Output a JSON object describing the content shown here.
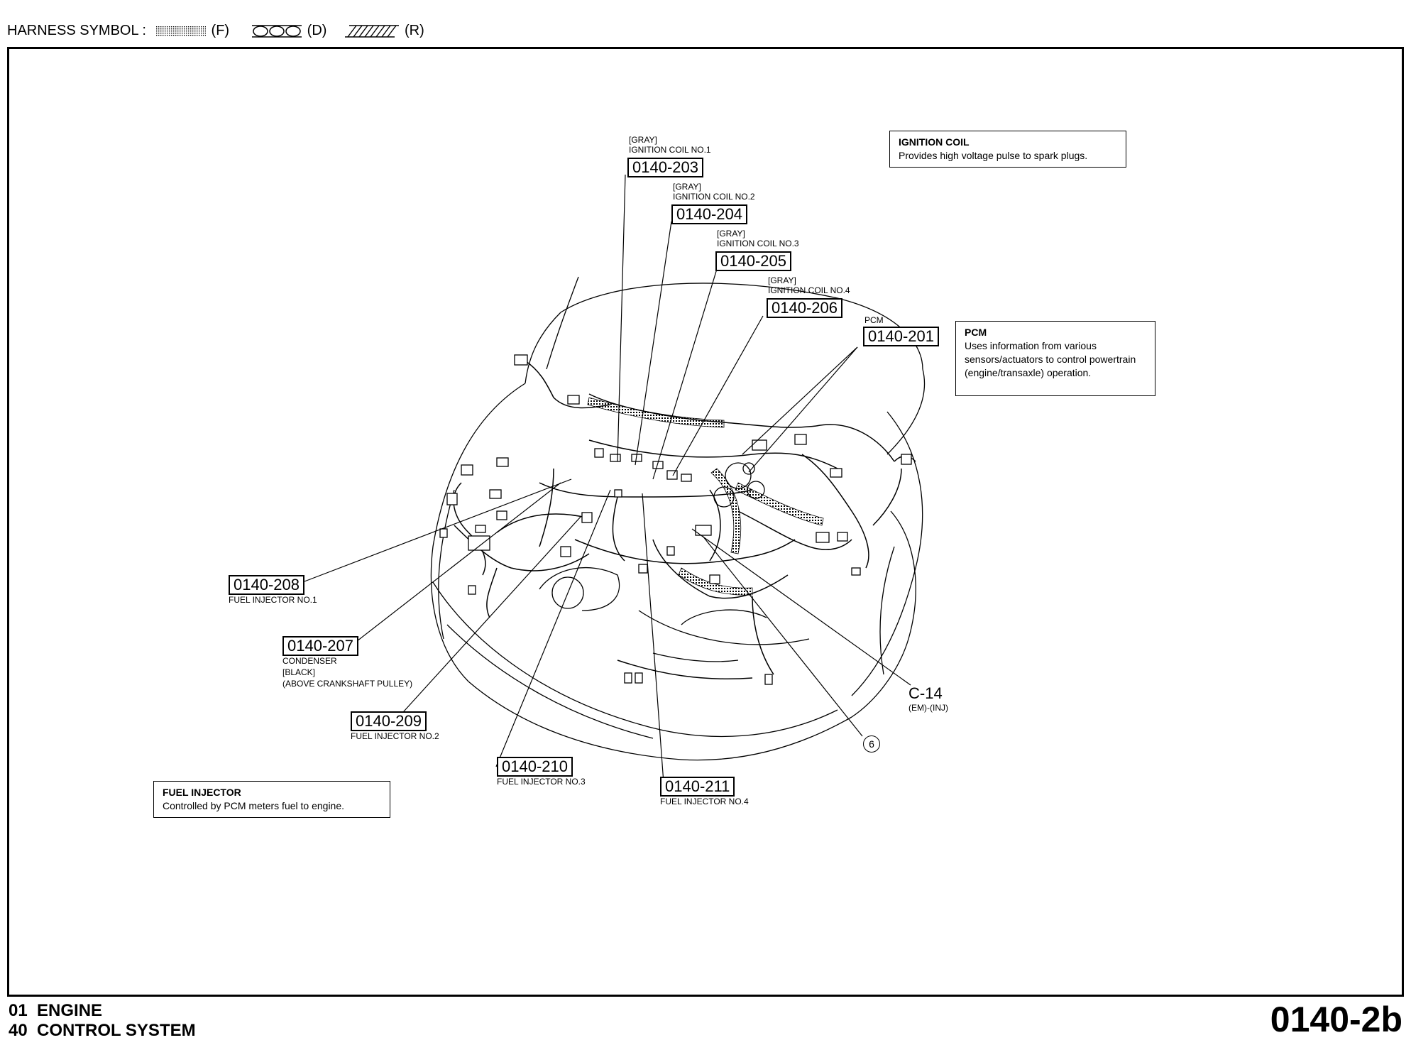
{
  "header": {
    "title": "HARNESS SYMBOL :",
    "symbols": [
      {
        "pattern": "dotted",
        "code": "(F)"
      },
      {
        "pattern": "circles",
        "code": "(D)"
      },
      {
        "pattern": "hatched",
        "code": "(R)"
      }
    ]
  },
  "callouts": {
    "c203": {
      "id": "0140-203",
      "color": "[GRAY]",
      "name": "IGNITION COIL NO.1"
    },
    "c204": {
      "id": "0140-204",
      "color": "[GRAY]",
      "name": "IGNITION COIL NO.2"
    },
    "c205": {
      "id": "0140-205",
      "color": "[GRAY]",
      "name": "IGNITION COIL NO.3"
    },
    "c206": {
      "id": "0140-206",
      "color": "[GRAY]",
      "name": "IGNITION COIL NO.4"
    },
    "c201": {
      "id": "0140-201",
      "name": "PCM"
    },
    "c208": {
      "id": "0140-208",
      "name": "FUEL INJECTOR NO.1"
    },
    "c207": {
      "id": "0140-207",
      "name": "CONDENSER",
      "color": "[BLACK]",
      "location": "(ABOVE CRANKSHAFT PULLEY)"
    },
    "c209": {
      "id": "0140-209",
      "name": "FUEL INJECTOR NO.2"
    },
    "c210": {
      "id": "0140-210",
      "name": "FUEL INJECTOR NO.3"
    },
    "c211": {
      "id": "0140-211",
      "name": "FUEL INJECTOR NO.4"
    },
    "c14": {
      "id": "C-14",
      "sub": "(EM)-(INJ)"
    },
    "ground": {
      "id": "6"
    }
  },
  "notes": {
    "ignition": {
      "title": "IGNITION COIL",
      "body": "Provides high voltage pulse to spark plugs."
    },
    "pcm": {
      "title": "PCM",
      "body": "Uses information from various sensors/actuators to control powertrain (engine/transaxle) operation."
    },
    "injector": {
      "title": "FUEL INJECTOR",
      "body": "Controlled by PCM meters fuel to engine."
    }
  },
  "footer": {
    "line1": "01  ENGINE",
    "line2": "40  CONTROL SYSTEM",
    "page_id": "0140-2b"
  }
}
